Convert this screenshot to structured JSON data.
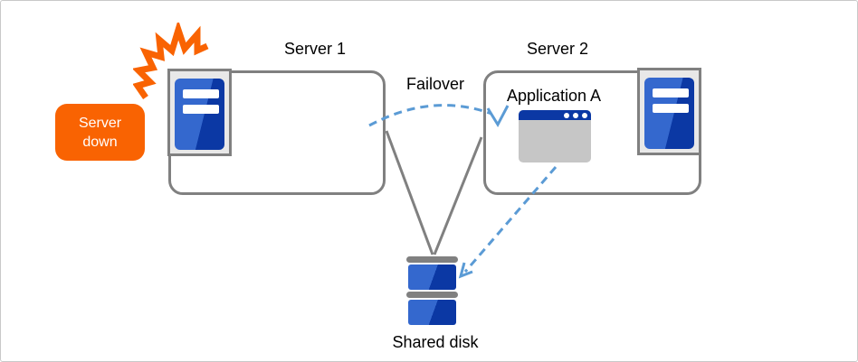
{
  "labels": {
    "server1": "Server 1",
    "server2": "Server 2",
    "failover": "Failover",
    "application": "Application A",
    "shared_disk": "Shared disk"
  },
  "badge": {
    "line1": "Server",
    "line2": "down"
  },
  "icons": {
    "crash": "crash-burst-icon",
    "server1_tower": "server-tower-icon",
    "server2_tower": "server-tower-icon",
    "app_window": "app-window-icon",
    "shared_disk": "disk-stack-icon"
  },
  "colors": {
    "orange": "#F96302",
    "blue_light": "#3468CE",
    "blue_dark": "#0B38A4",
    "arrow_blue": "#5B9BD5",
    "line_gray": "#808080",
    "icon_bg": "#E8E8E8",
    "window_body": "#C6C6C6",
    "text": "#000000",
    "canvas_border": "#C9C9C9"
  }
}
